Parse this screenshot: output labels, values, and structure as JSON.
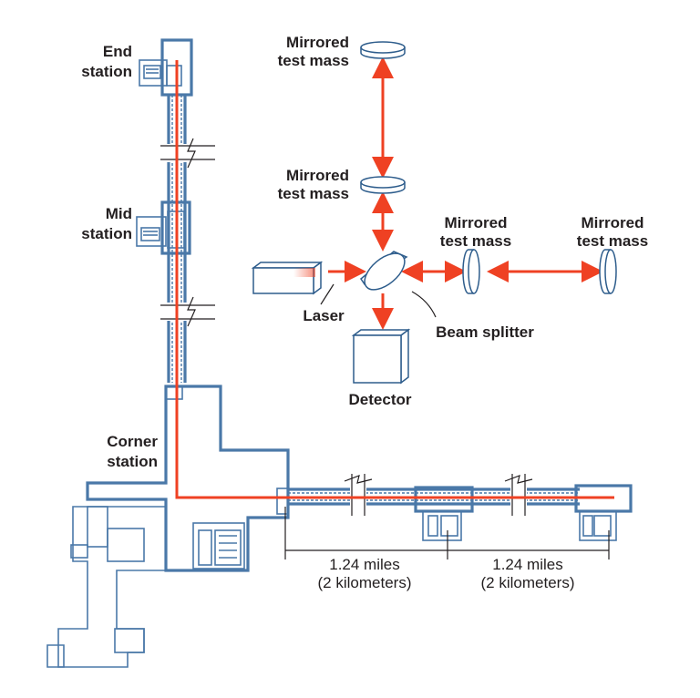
{
  "colors": {
    "beam": "#ef4123",
    "plan": "#4a78a8",
    "text": "#231f20"
  },
  "stations": {
    "end": [
      "End",
      "station"
    ],
    "mid": [
      "Mid",
      "station"
    ],
    "corner": [
      "Corner",
      "station"
    ]
  },
  "optics": {
    "mirror_top": [
      "Mirrored",
      "test mass"
    ],
    "mirror_middle": [
      "Mirrored",
      "test mass"
    ],
    "mirror_right_near": [
      "Mirrored",
      "test mass"
    ],
    "mirror_right_far": [
      "Mirrored",
      "test mass"
    ],
    "laser": "Laser",
    "beam_splitter": "Beam splitter",
    "detector": "Detector"
  },
  "distances": [
    {
      "miles": "1.24 miles",
      "km": "(2 kilometers)"
    },
    {
      "miles": "1.24 miles",
      "km": "(2 kilometers)"
    }
  ]
}
